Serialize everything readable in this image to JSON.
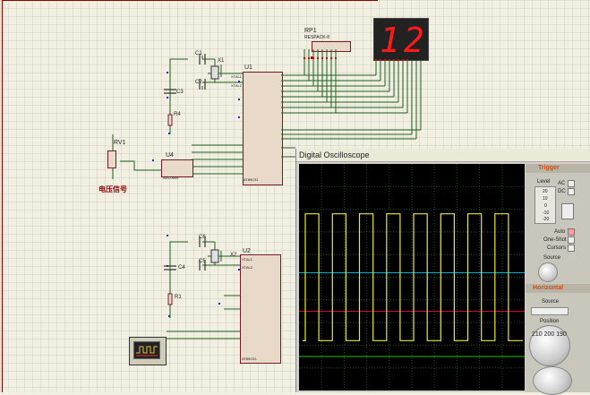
{
  "schematic": {
    "rp1": {
      "ref": "RP1",
      "part": "RESPACK-8"
    },
    "display": {
      "digits": "12",
      "digit_color": "#ff1a1a"
    },
    "top_mcu": {
      "ref": "U1",
      "c1": "C1",
      "c2": "C2",
      "c3": "C3",
      "x1": "X1",
      "r4": "R4"
    },
    "bottom_mcu": {
      "ref": "U2",
      "c4": "C4",
      "c5": "C5",
      "c6": "C6",
      "x2": "X2",
      "r1": "R1"
    },
    "adc": {
      "ref": "U4",
      "part": "ADC0809"
    },
    "pot": {
      "ref": "RV1"
    },
    "voltage_label": "电压信号",
    "xtal_pins": [
      "XTAL1",
      "XTAL2"
    ],
    "mcu_part": "AT89C51"
  },
  "oscilloscope": {
    "title": "Digital Oscilloscope",
    "trigger": {
      "header": "Trigger",
      "level_label": "Level",
      "ac_label": "AC",
      "dc_label": "DC",
      "auto_label": "Auto",
      "oneshot_label": "One-Shot",
      "cursors_label": "Cursors",
      "source_label": "Source"
    },
    "horizontal": {
      "header": "Horizontal",
      "source_label": "Source",
      "position_label": "Position",
      "position_value": "210 200 190"
    },
    "level_scale": [
      "20",
      "10",
      "0",
      "-10",
      "-20"
    ],
    "waveform": {
      "color": "#e8e838",
      "high_level": 0.78,
      "low_level": 0.22,
      "periods": 8
    },
    "channel_lines": [
      {
        "color": "#00b0d0",
        "level": 0.52
      },
      {
        "color": "#d01030",
        "level": 0.35
      },
      {
        "color": "#20c020",
        "level": 0.15
      }
    ]
  }
}
